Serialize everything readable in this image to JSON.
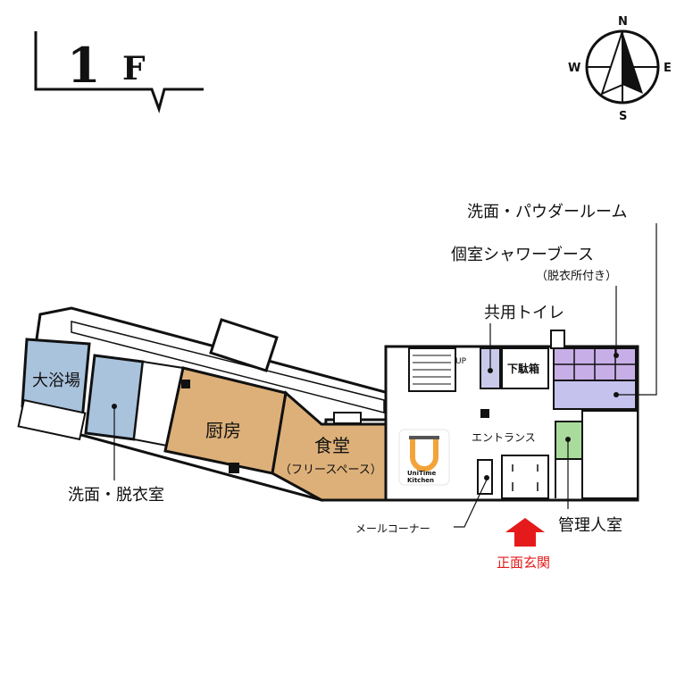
{
  "floor": {
    "number": "1",
    "unit": "F"
  },
  "compass": {
    "n": "N",
    "s": "S",
    "e": "E",
    "w": "W"
  },
  "rooms": {
    "bath": "大浴場",
    "dressing": "洗面・脱衣室",
    "kitchen": "厨房",
    "dining": "食堂",
    "dining_sub": "（フリースペース）",
    "entrance": "エントランス",
    "shoe_box": "下駄箱",
    "stairs_up": "UP",
    "mail_corner": "メールコーナー",
    "manager": "管理人室",
    "main_entrance": "正面玄関",
    "shared_toilet": "共用トイレ",
    "shower_booth": "個室シャワーブース",
    "shower_booth_sub": "（脱衣所付き）",
    "powder_room": "洗面・パウダールーム"
  },
  "logo": {
    "line1": "UniTime",
    "line2": "Kitchen"
  },
  "colors": {
    "bath": "#a9c3dd",
    "kitchen": "#ddb079",
    "dining": "#ddb079",
    "toilet": "#c9c9ea",
    "shower": "#c8aee6",
    "powder": "#c6c2ee",
    "manager": "#a9dc9c",
    "entrance_arrow": "#e51b1b",
    "walls": "#111111",
    "logo_accent": "#f2a33a"
  },
  "icons": [
    "compass-icon",
    "entrance-arrow-icon",
    "pot-logo-icon"
  ]
}
